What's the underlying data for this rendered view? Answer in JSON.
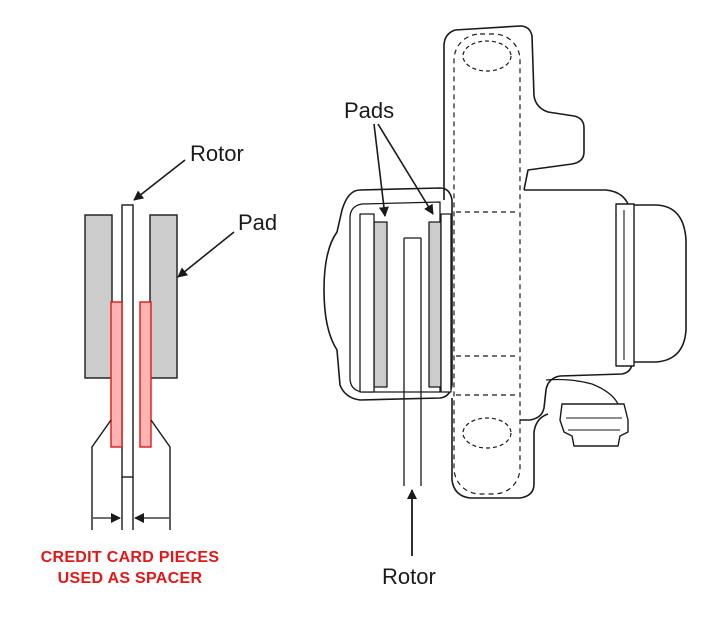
{
  "labels": {
    "rotor_left": "Rotor",
    "pad_left": "Pad",
    "pads_right": "Pads",
    "rotor_right": "Rotor"
  },
  "caption": {
    "line1": "CREDIT CARD PIECES",
    "line2": "USED AS SPACER"
  },
  "colors": {
    "pad_fill": "#cccccc",
    "spacer_fill": "#ffb3b3",
    "spacer_stroke": "#e01818",
    "caption": "#e01818",
    "ink": "#1a1a1a"
  }
}
